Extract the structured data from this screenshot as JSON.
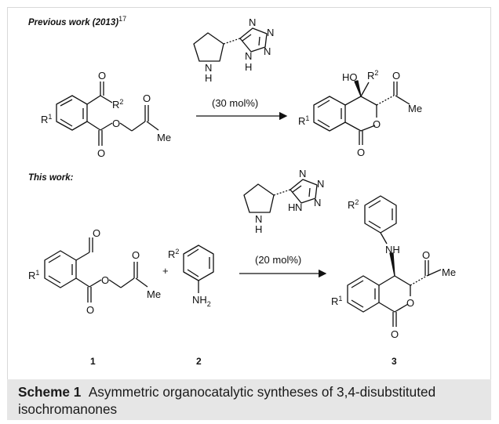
{
  "header_previous": "Previous work (2013)",
  "header_previous_ref": "17",
  "header_this": "This work:",
  "catalyst_loading_1": "(30 mol%)",
  "catalyst_loading_2": "(20 mol%)",
  "atoms": {
    "O": "O",
    "N": "N",
    "H": "H",
    "NH": "NH",
    "HO": "HO",
    "Me": "Me",
    "R": "R",
    "sup1": "1",
    "sup2": "2",
    "NH2_main": "NH",
    "NH2_sub": "2"
  },
  "compound_labels": [
    "1",
    "2",
    "3"
  ],
  "plus_sign": "+",
  "caption": {
    "label": "Scheme 1",
    "text": "Asymmetric organocatalytic syntheses of 3,4-disubstituted isochromanones"
  }
}
